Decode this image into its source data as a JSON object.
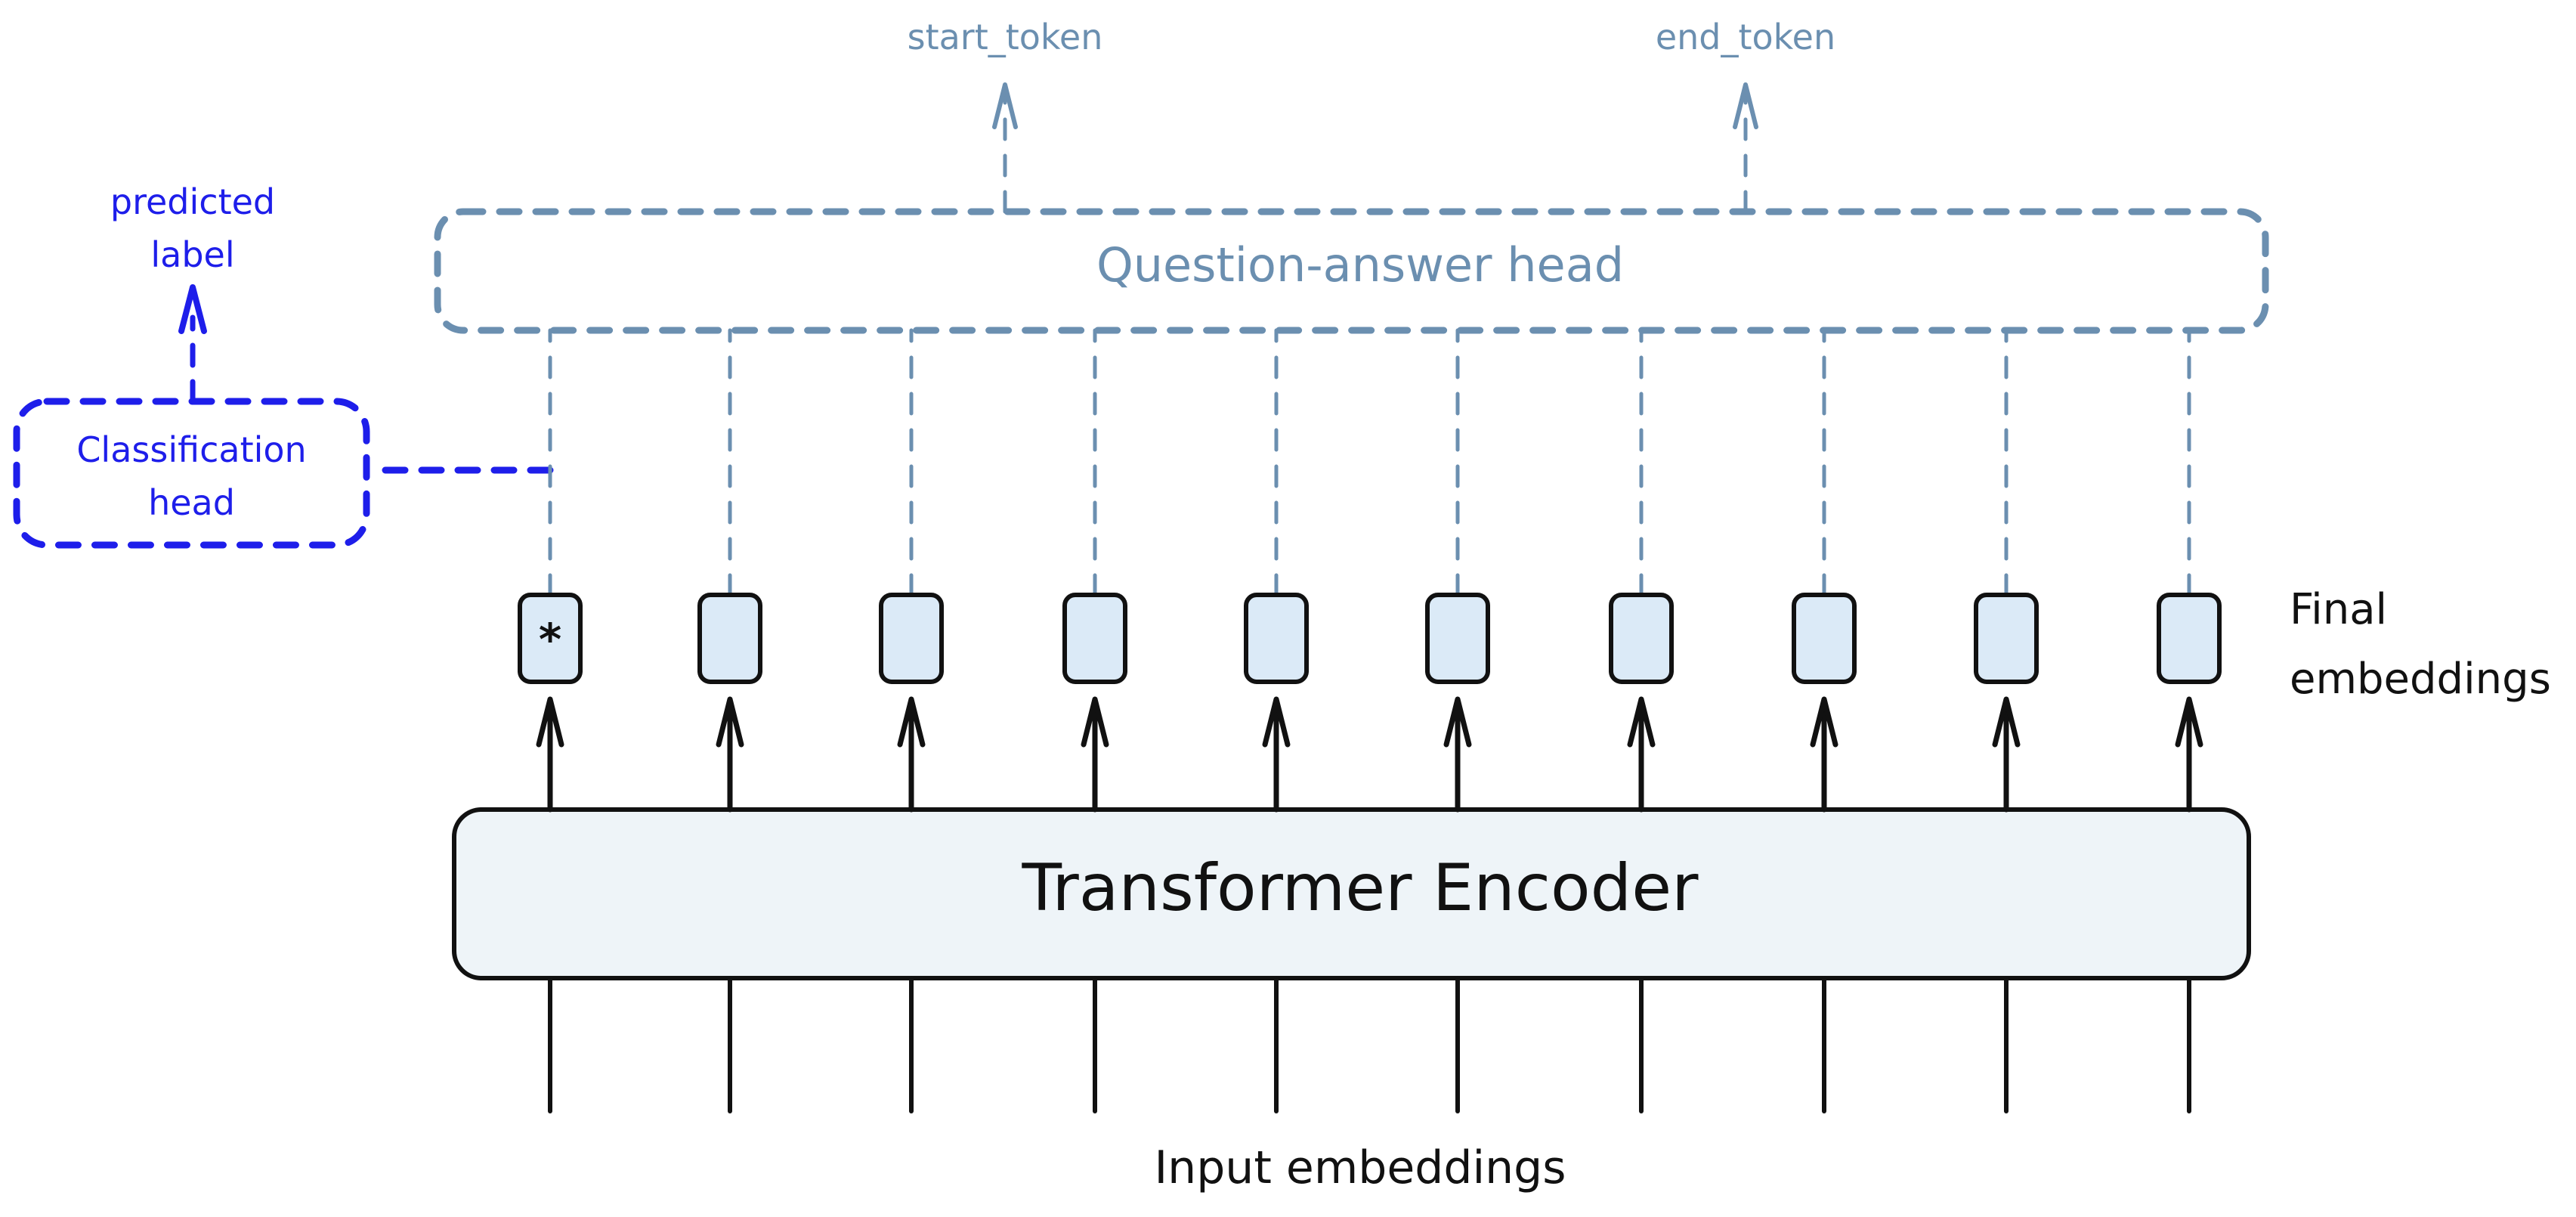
{
  "colors": {
    "qa": "#6b8fb0",
    "classification": "#1e1eea",
    "ink": "#111111",
    "embedding_fill": "#dbeaf7",
    "encoder_fill": "#eef4f8"
  },
  "outputs": {
    "start_token": "start_token",
    "end_token": "end_token",
    "predicted_label": "predicted\nlabel"
  },
  "heads": {
    "question_answer": "Question-answer head",
    "classification_line1": "Classification",
    "classification_line2": "head"
  },
  "encoder": {
    "label": "Transformer Encoder"
  },
  "labels": {
    "final_embeddings_line1": "Final",
    "final_embeddings_line2": "embeddings",
    "input_embeddings": "Input embeddings",
    "cls_marker": "*"
  },
  "token_count": 10
}
